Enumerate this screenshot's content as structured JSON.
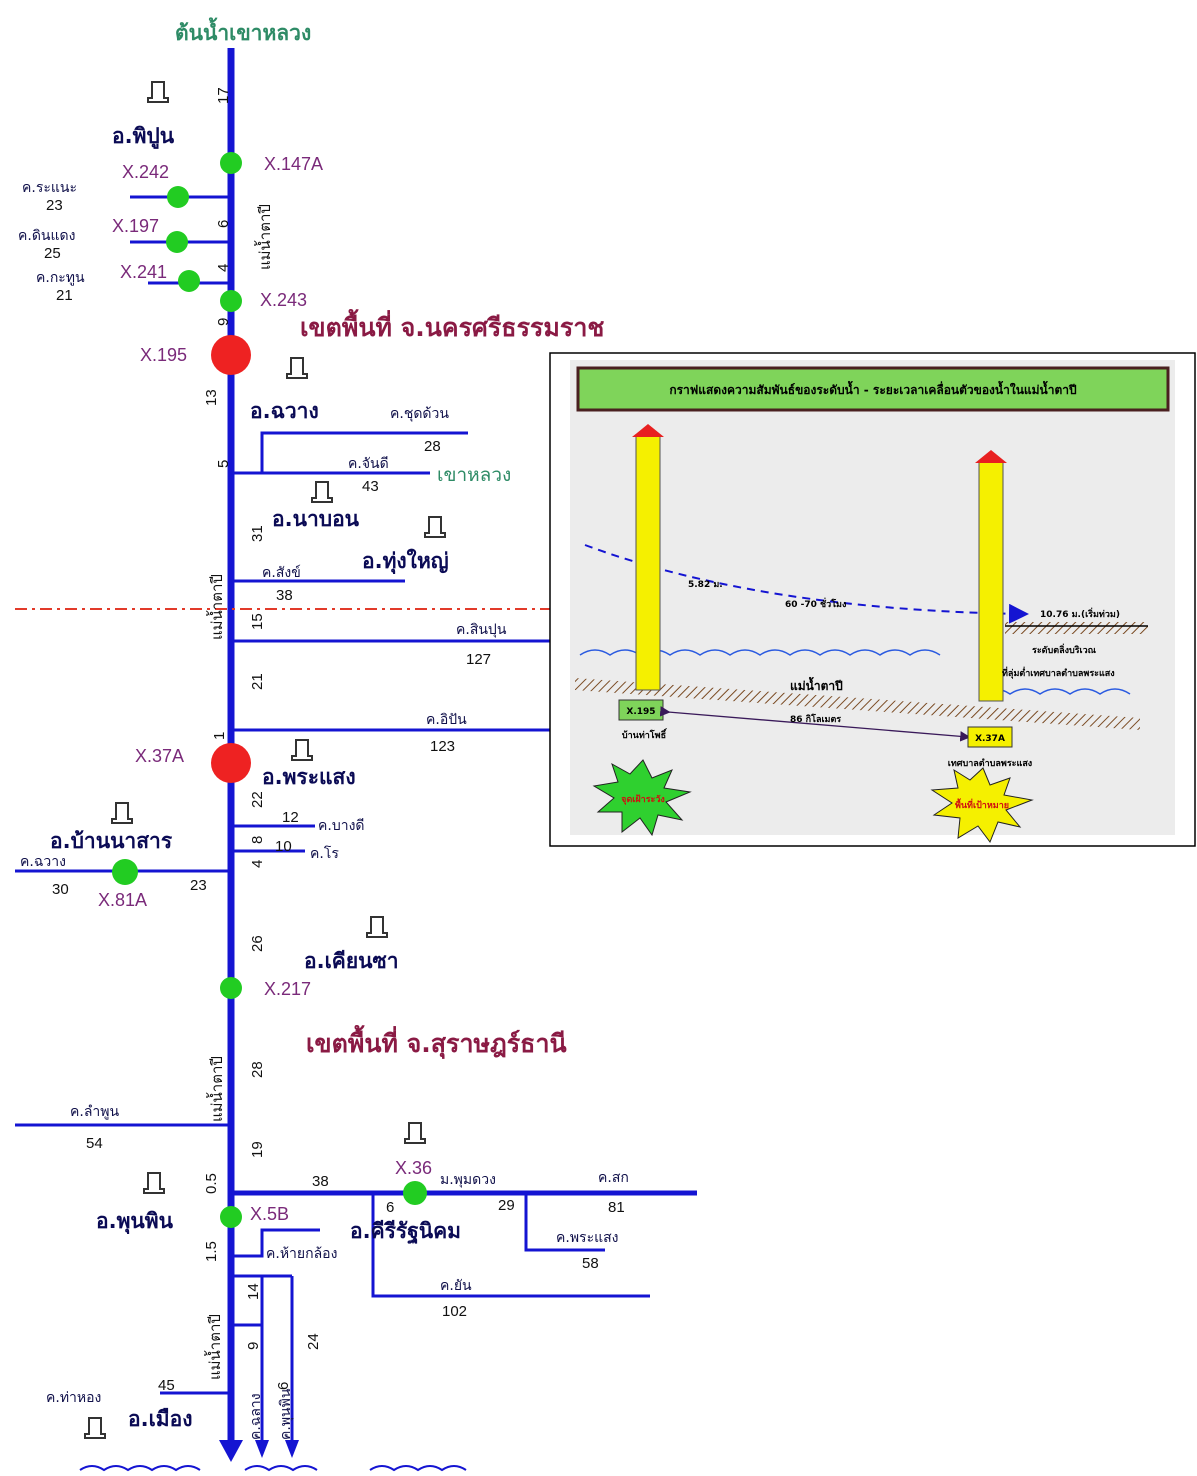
{
  "title": "ต้นน้ำเขาหลวง",
  "zones": [
    "เขตพื้นที่  จ.นครศรีธรรมราช",
    "เขตพื้นที่  จ.สุราษฎร์ธานี"
  ],
  "river_name": "แม่น้ำตาปี",
  "stations": {
    "x147a": "X.147A",
    "x242": "X.242",
    "x197": "X.197",
    "x241": "X.241",
    "x243": "X.243",
    "x195": "X.195",
    "x37a": "X.37A",
    "x81a": "X.81A",
    "x217": "X.217",
    "x36": "X.36",
    "x5b": "X.5B"
  },
  "amphoe": {
    "phipun": "อ.พิปูน",
    "chawang": "อ.ฉวาง",
    "nabon": "อ.นาบอน",
    "thungyai": "อ.ทุ่งใหญ่",
    "phrasaeng": "อ.พระแสง",
    "bannasan": "อ.บ้านนาสาร",
    "khiansa": "อ.เคียนซา",
    "phunphin": "อ.พุนพิน",
    "khirirat": "อ.คีรีรัฐนิคม",
    "mueang": "อ.เมือง"
  },
  "canals": {
    "ranae": "ค.ระแนะ",
    "dindaeng": "ค.ดินแดง",
    "kathun": "ค.กะทูน",
    "chutduan": "ค.ชุดด้วน",
    "chandi": "ค.จันดี",
    "khaoluang": "เขาหลวง",
    "sang": "ค.สังข์",
    "sinpun": "ค.สินปุน",
    "ipan": "ค.อิปัน",
    "bangdi": "ค.บางดี",
    "ro": "ค.โร",
    "chawang2": "ค.ฉวาง",
    "lamphun": "ค.ลำพูน",
    "phumduang": "ม.พุมดวง",
    "sok": "ค.สก",
    "phrasaeng": "ค.พระแสง",
    "huaiklong": "ค.ห้ายกล้อง",
    "yan": "ค.ยัน",
    "thahong": "ค.ท่าหอง",
    "chalao": "ค.ฉลาง",
    "phunphin": "ค.พุนพิน"
  },
  "numbers": {
    "ranae": "23",
    "dindaeng": "25",
    "kathun": "21",
    "chutduan": "28",
    "chandi": "43",
    "sang": "38",
    "sinpun": "127",
    "ipan": "123",
    "bangdi": "12",
    "ro": "10",
    "chawang_l": "30",
    "chawang_r": "23",
    "lamphun": "54",
    "phumduang_l": "38",
    "phumduang_6": "6",
    "phumduang_29": "29",
    "sok": "81",
    "phrasaeng": "58",
    "yan": "102",
    "thahong": "45"
  },
  "distances": [
    "17",
    "6",
    "4",
    "9",
    "13",
    "5",
    "31",
    "15",
    "21",
    "1",
    "22",
    "8",
    "4",
    "26",
    "28",
    "19",
    "0.5",
    "1.5",
    "14",
    "9",
    "24",
    "6"
  ],
  "inset": {
    "title": "กราฟแสดงความสัมพันธ์ของระดับน้ำ - ระยะเวลาเคลื่อนตัวของน้ำในแม่น้ำตาปี",
    "level1": "5.82 ม.",
    "hours": "60 -70 ชั่วโมง",
    "level2": "10.76 ม.(เริ่มท่วม)",
    "bank1": "ระดับตลิ่งบริเวณ",
    "bank2": "ที่ลุ่มต่ำเทศบาลตำบลพระแสง",
    "river": "แม่น้ำตาปี",
    "st1": "X.195",
    "st1_name": "บ้านท่าโพธิ์",
    "distance": "86 กิโลเมตร",
    "st2": "X.37A",
    "st2_name": "เทศบาลตำบลพระแสง",
    "warn": "จุดเฝ้าระวัง",
    "target": "พื้นที่เป้าหมาย"
  },
  "colors": {
    "river": "#1414d2",
    "station_green": "#22cc22",
    "station_red": "#ee2222",
    "zone_line": "#e23a2a",
    "inset_title_bg": "#7fd45a",
    "pole": "#f5f000"
  }
}
